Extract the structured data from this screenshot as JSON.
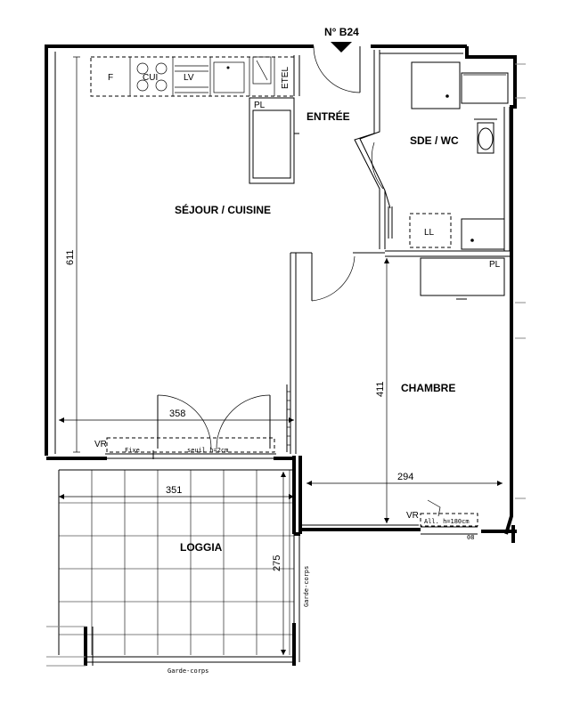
{
  "lot": {
    "number": "N° B24"
  },
  "rooms": {
    "living": "SÉJOUR / CUISINE",
    "entry": "ENTRÉE",
    "bath": "SDE / WC",
    "bedroom": "CHAMBRE",
    "loggia": "LOGGIA"
  },
  "fixtures": {
    "fridge": "F",
    "cooktop": "CUI",
    "dishwasher": "LV",
    "electric_panel": "ETEL",
    "closet_living": "PL",
    "laundry": "LL",
    "closet_bedroom": "PL",
    "shutter_living": "VR",
    "shutter_bedroom": "VR",
    "window_fixed": "Fixe",
    "door_sill": "seuil h=2cm",
    "bedroom_window": "All. h=180cm",
    "window_ref": "08",
    "railing_side": "Garde-corps",
    "railing_bottom": "Garde-corps"
  },
  "dimensions": {
    "living_height": "611",
    "living_width": "358",
    "loggia_width": "351",
    "loggia_depth": "275",
    "bedroom_height": "411",
    "bedroom_width": "294"
  }
}
